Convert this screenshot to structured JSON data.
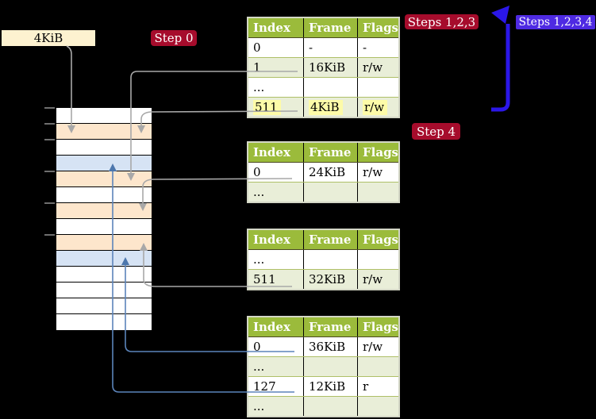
{
  "labels": {
    "cr3_box": "4KiB",
    "step0": "Step 0",
    "steps123": "Steps 1,2,3",
    "steps1234": "Steps 1,2,3,4",
    "step4": "Step 4"
  },
  "colors": {
    "background": "#000000",
    "label_red": "#a60c2c",
    "label_blue": "#4e2ae2",
    "cr3_box_bg": "#fdf2d0",
    "table_header_bg": "#9bbb3b",
    "row_alt_bg": "#e9eed8",
    "row_white_bg": "#ffffff",
    "highlight": "#fdfba8",
    "mem_white": "#ffffff",
    "mem_table": "#fde6cc",
    "mem_frame": "#d6e3f4",
    "line_gray": "#a8a8a8",
    "line_blue": "#5b84ba",
    "arrow_big_blue": "#2b17e8"
  },
  "page_tables": {
    "headers": [
      "Index",
      "Frame",
      "Flags"
    ],
    "tables": [
      {
        "name": "level-4-table",
        "rows": [
          {
            "index": "0",
            "frame": "-",
            "flags": "-",
            "shade": false,
            "highlight": false
          },
          {
            "index": "1",
            "frame": "16KiB",
            "flags": "r/w",
            "shade": true,
            "highlight": false
          },
          {
            "index": "...",
            "frame": "",
            "flags": "",
            "shade": false,
            "highlight": false
          },
          {
            "index": "511",
            "frame": "4KiB",
            "flags": "r/w",
            "shade": true,
            "highlight": true
          }
        ]
      },
      {
        "name": "level-3-table",
        "rows": [
          {
            "index": "0",
            "frame": "24KiB",
            "flags": "r/w",
            "shade": false,
            "highlight": false
          },
          {
            "index": "...",
            "frame": "",
            "flags": "",
            "shade": true,
            "highlight": false
          }
        ]
      },
      {
        "name": "level-2-table",
        "rows": [
          {
            "index": "...",
            "frame": "",
            "flags": "",
            "shade": false,
            "highlight": false
          },
          {
            "index": "511",
            "frame": "32KiB",
            "flags": "r/w",
            "shade": true,
            "highlight": false
          }
        ]
      },
      {
        "name": "level-1-table",
        "rows": [
          {
            "index": "0",
            "frame": "36KiB",
            "flags": "r/w",
            "shade": false,
            "highlight": false
          },
          {
            "index": "...",
            "frame": "",
            "flags": "",
            "shade": true,
            "highlight": false
          },
          {
            "index": "127",
            "frame": "12KiB",
            "flags": "r",
            "shade": false,
            "highlight": false
          },
          {
            "index": "...",
            "frame": "",
            "flags": "",
            "shade": true,
            "highlight": false
          }
        ]
      }
    ]
  },
  "memory_column": {
    "rows": [
      "plain",
      "table",
      "plain",
      "frame",
      "table",
      "plain",
      "table",
      "plain",
      "table",
      "frame",
      "plain",
      "plain",
      "plain",
      "plain"
    ]
  }
}
